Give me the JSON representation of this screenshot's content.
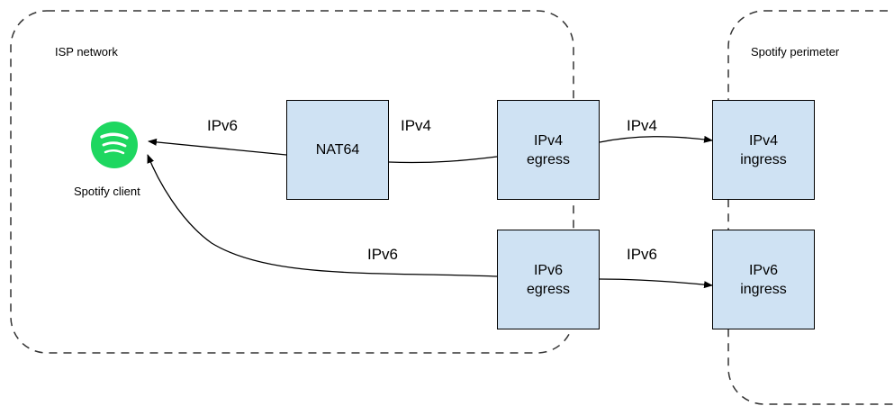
{
  "regions": {
    "isp": "ISP network",
    "spotify": "Spotify perimeter"
  },
  "client": {
    "label": "Spotify client",
    "icon": "spotify-logo-icon",
    "color": "#1ed760"
  },
  "boxes": {
    "nat64": [
      "NAT64"
    ],
    "ipv4_egress": [
      "IPv4",
      "egress"
    ],
    "ipv6_egress": [
      "IPv6",
      "egress"
    ],
    "ipv4_ingress": [
      "IPv4",
      "ingress"
    ],
    "ipv6_ingress": [
      "IPv6",
      "ingress"
    ]
  },
  "edges": {
    "nat64_to_client": "IPv6",
    "egress4_to_nat64": "IPv4",
    "egress4_to_ingress4": "IPv4",
    "egress6_to_client": "IPv6",
    "egress6_to_ingress6": "IPv6"
  },
  "colors": {
    "box_fill": "#cfe2f3",
    "stroke": "#000000"
  }
}
